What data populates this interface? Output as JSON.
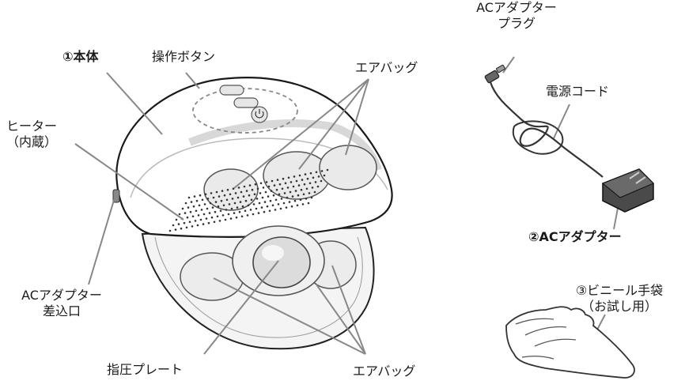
{
  "labels": {
    "main_unit": "①本体",
    "control_buttons": "操作ボタン",
    "airbag_top": "エアバッグ",
    "heater_line1": "ヒーター",
    "heater_line2": "（内蔵）",
    "ac_inlet_line1": "ACアダプター",
    "ac_inlet_line2": "差込口",
    "pressure_plate": "指圧プレート",
    "airbag_bottom": "エアバッグ",
    "ac_plug_line1": "ACアダプター",
    "ac_plug_line2": "プラグ",
    "power_cord": "電源コード",
    "ac_adapter": "②ACアダプター",
    "vinyl_gloves_line1": "③ビニール手袋",
    "vinyl_gloves_line2": "（お試し用）"
  }
}
